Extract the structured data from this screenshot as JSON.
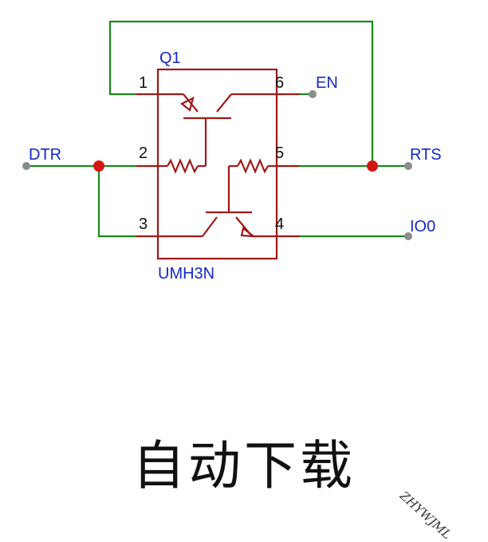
{
  "component": {
    "ref": "Q1",
    "part": "UMH3N",
    "pins": [
      "1",
      "2",
      "3",
      "4",
      "5",
      "6"
    ]
  },
  "nets": {
    "dtr": "DTR",
    "rts": "RTS",
    "en": "EN",
    "io0": "IO0"
  },
  "caption": "自动下载",
  "watermark": "ZHYWJML",
  "colors": {
    "wire": "#1a8a1a",
    "component": "#a01818",
    "label": "#1428c8",
    "junction": "#d41515",
    "endpoint": "#8c8c8c"
  }
}
